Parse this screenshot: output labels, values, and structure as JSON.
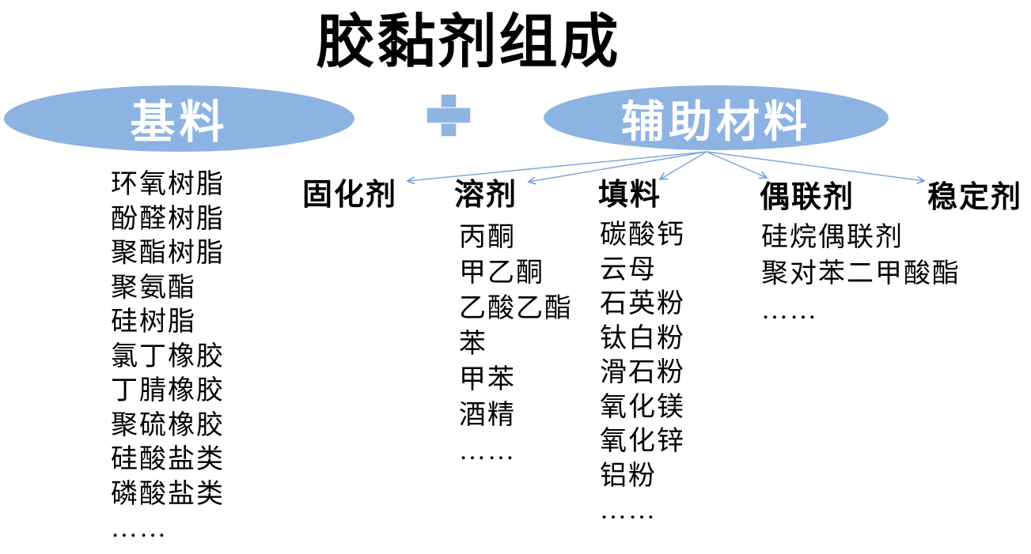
{
  "title": "胶黏剂组成",
  "plus_label": "+",
  "base": {
    "label": "基料",
    "items": [
      "环氧树脂",
      "酚醛树脂",
      "聚酯树脂",
      "聚氨酯",
      "硅树脂",
      "氯丁橡胶",
      "丁腈橡胶",
      "聚硫橡胶",
      "硅酸盐类",
      "磷酸盐类",
      "……"
    ]
  },
  "auxiliary": {
    "label": "辅助材料",
    "categories": [
      {
        "label": "固化剂",
        "items": []
      },
      {
        "label": "溶剂",
        "items": [
          "丙酮",
          "甲乙酮",
          "乙酸乙酯",
          "苯",
          "甲苯",
          "酒精",
          "……"
        ]
      },
      {
        "label": "填料",
        "items": [
          "碳酸钙",
          "云母",
          "石英粉",
          "钛白粉",
          "滑石粉",
          "氧化镁",
          "氧化锌",
          "铝粉",
          "……"
        ]
      },
      {
        "label": "偶联剂",
        "items": [
          "硅烷偶联剂",
          "聚对苯二甲酸酯",
          "……"
        ]
      },
      {
        "label": "稳定剂",
        "items": []
      }
    ]
  },
  "colors": {
    "ellipse_fill": "#8db3e2",
    "plus_fill": "#8eb4e3",
    "arrow": "#7ca3d6",
    "ellipse_text": "#ffffff",
    "body_text": "#000000"
  }
}
